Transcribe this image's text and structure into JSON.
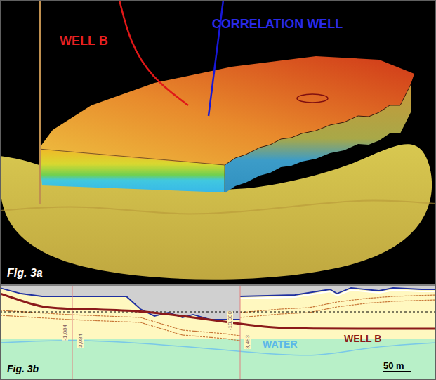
{
  "diagram": {
    "labels": [
      "WELL B",
      "CORRELATION WELL",
      "Fig. 3a",
      "-1,084",
      "3,084",
      "-10,000",
      "3,483",
      "WELL B",
      "WATER",
      "Fig. 3b",
      "50 m"
    ]
  }
}
